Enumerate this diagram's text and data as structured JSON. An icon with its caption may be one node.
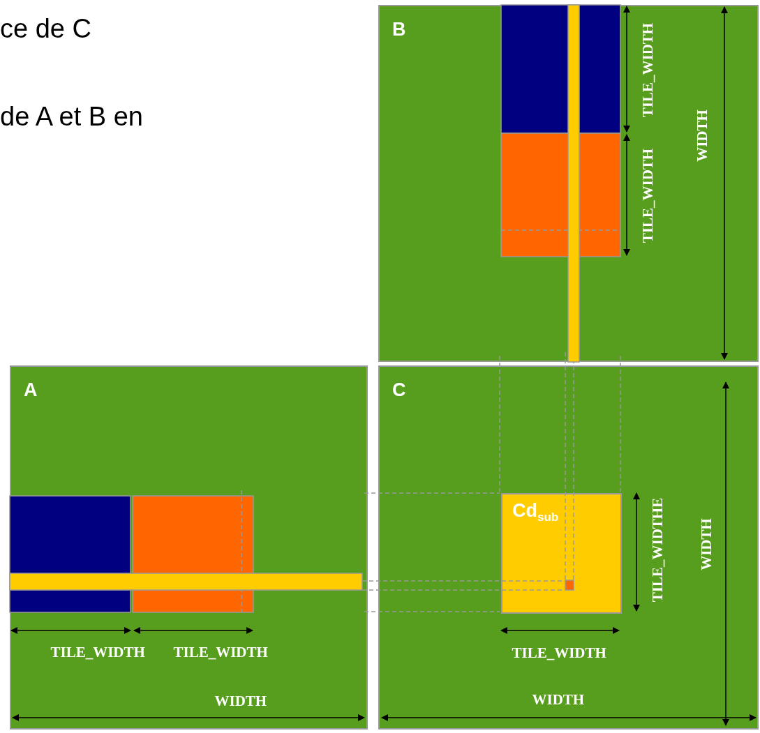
{
  "diagram": {
    "nodes": [
      {
        "text": [
          "B"
        ]
      },
      {
        "text": [
          "A"
        ]
      },
      {
        "text": [
          "C"
        ]
      },
      {
        "text": [
          "Cd$_{sub}$"
        ],
        "in": 2
      }
    ],
    "labels": [
      "ce de C",
      "de A et B en",
      "TILE_WIDTH",
      "TILE_WIDTH",
      "WIDTH",
      "TILE_WIDTH",
      "TILE_WIDTH",
      "WIDTH",
      "TILE_WIDTHE",
      "WIDTH",
      "TILE_WIDTH",
      "WIDTH"
    ]
  }
}
